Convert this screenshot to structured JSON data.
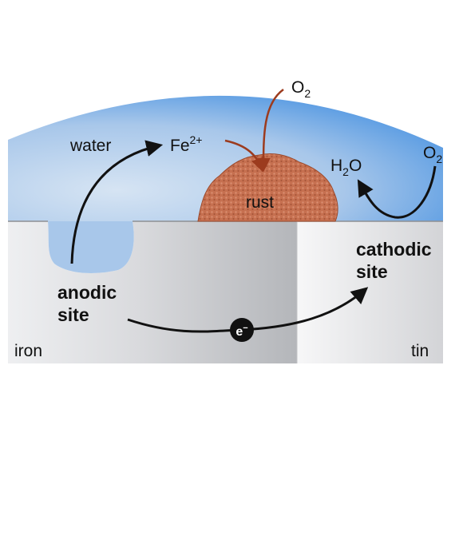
{
  "labels": {
    "water": "water",
    "fe_ion": "Fe",
    "fe_charge": "2+",
    "o2_top_main": "O",
    "o2_top_sub": "2",
    "rust": "rust",
    "h2o_h": "H",
    "h2o_sub": "2",
    "h2o_o": "O",
    "o2_right_main": "O",
    "o2_right_sub": "2",
    "anodic_line1": "anodic",
    "anodic_line2": "site",
    "cathodic_line1": "cathodic",
    "cathodic_line2": "site",
    "electron": "e",
    "electron_charge": "−",
    "iron": "iron",
    "tin": "tin"
  },
  "colors": {
    "water_light": "#c9dcf0",
    "water_dark": "#3f8de0",
    "metal_light": "#e9eaec",
    "metal_dark": "#a9abaf",
    "rust": "#c97556",
    "rust_arrow": "#9c3b1e",
    "arrow": "#111111"
  }
}
